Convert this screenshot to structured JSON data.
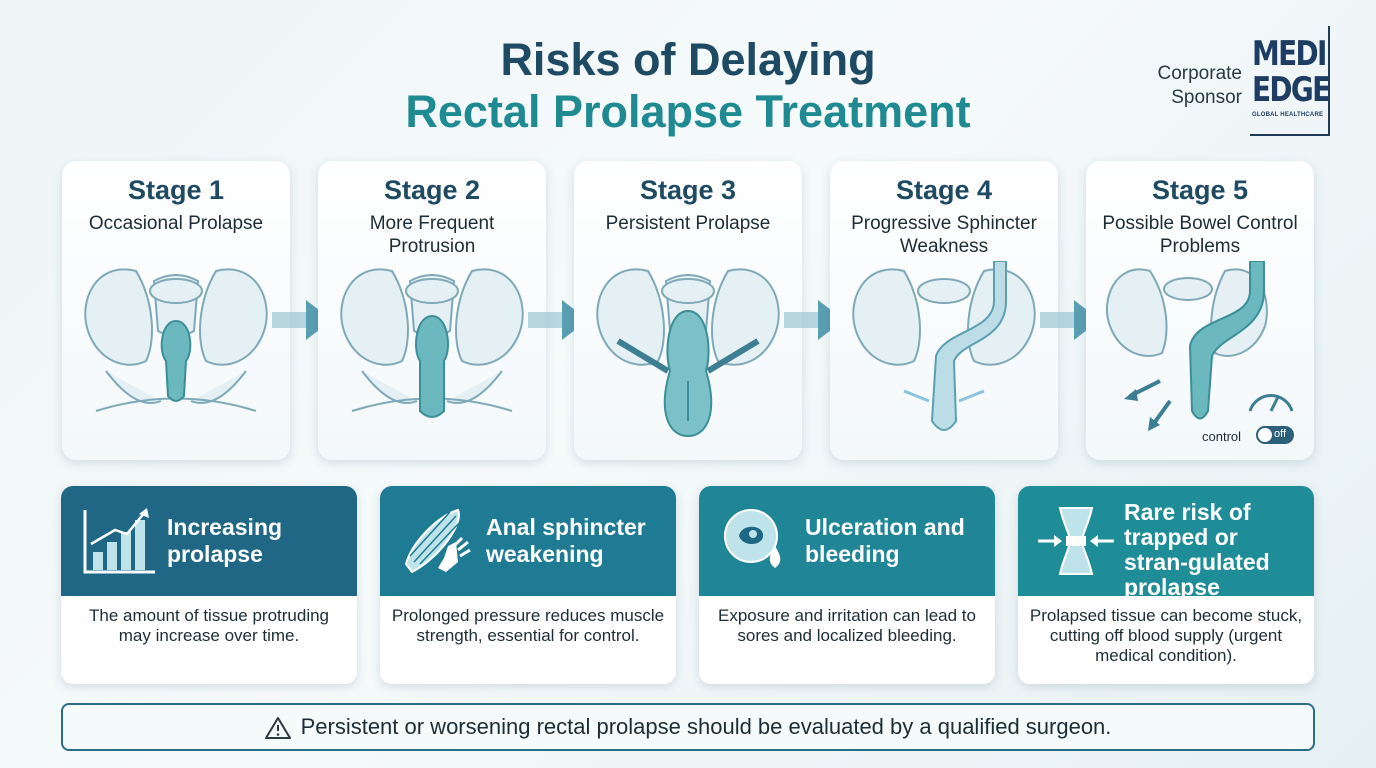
{
  "header": {
    "title_line1": "Risks of Delaying",
    "title_line2": "Rectal Prolapse Treatment"
  },
  "sponsor": {
    "label": "Corporate Sponsor",
    "logo_line1": "MEDI",
    "logo_line2": "EDGE",
    "logo_sub": "GLOBAL HEALTHCARE"
  },
  "stages": [
    {
      "number": "Stage 1",
      "description": "Occasional Prolapse",
      "icon": "pelvis-small-prolapse-icon"
    },
    {
      "number": "Stage 2",
      "description": "More Frequent Protrusion",
      "icon": "pelvis-frequent-protrusion-icon"
    },
    {
      "number": "Stage 3",
      "description": "Persistent Prolapse",
      "icon": "pelvis-persistent-prolapse-icon"
    },
    {
      "number": "Stage 4",
      "description": "Progressive Sphincter Weakness",
      "icon": "pelvis-sphincter-weakness-icon"
    },
    {
      "number": "Stage 5",
      "description": "Possible Bowel Control Problems",
      "icon": "pelvis-bowel-control-icon",
      "control_label": "control",
      "toggle_label": "off"
    }
  ],
  "risks": [
    {
      "title": "Increasing prolapse",
      "body": "The amount of tissue protruding may increase over time.",
      "icon": "rising-bar-chart-icon"
    },
    {
      "title": "Anal sphincter weakening",
      "body": "Prolonged pressure reduces muscle strength, essential for control.",
      "icon": "muscle-hand-icon"
    },
    {
      "title": "Ulceration and bleeding",
      "body": "Exposure and irritation can lead to sores and localized bleeding.",
      "icon": "ulcer-drop-icon"
    },
    {
      "title": "Rare risk of trapped or stran-gulated prolapse",
      "body": "Prolapsed tissue can become stuck, cutting off blood supply (urgent medical condition).",
      "icon": "strangulated-tissue-icon"
    }
  ],
  "footer": {
    "note": "Persistent or worsening rectal prolapse should be evaluated by a qualified surgeon.",
    "icon": "warning-triangle-icon"
  },
  "colors": {
    "title_dark": "#1f4a63",
    "title_teal": "#1f8a92",
    "card_head_1": "#1f6784",
    "card_head_2": "#1f7a93",
    "card_head_3": "#1f8597",
    "card_head_4": "#1f8d98",
    "arrow": "#5a9fb3"
  }
}
